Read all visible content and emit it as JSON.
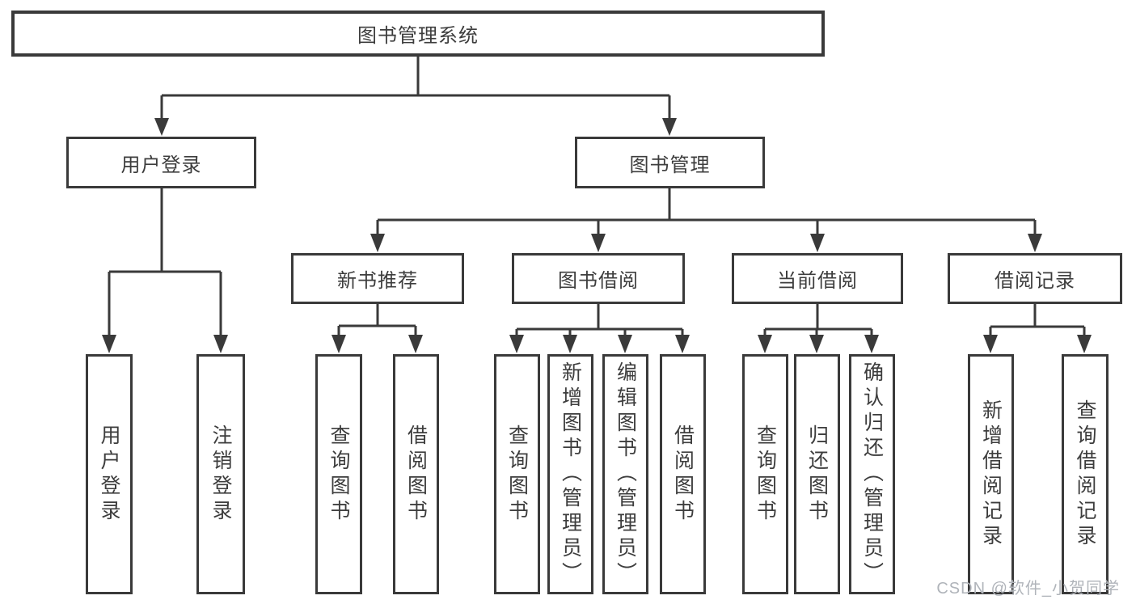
{
  "diagram": {
    "root": "图书管理系统",
    "level1": [
      "用户登录",
      "图书管理"
    ],
    "level2": [
      "新书推荐",
      "图书借阅",
      "当前借阅",
      "借阅记录"
    ],
    "leaves": {
      "login": [
        "用户登录",
        "注销登录"
      ],
      "recommend": [
        "查询图书",
        "借阅图书"
      ],
      "borrow": [
        "查询图书",
        "新增图书（管理员）",
        "编辑图书（管理员）",
        "借阅图书"
      ],
      "current": [
        "查询图书",
        "归还图书",
        "确认归还（管理员）"
      ],
      "records": [
        "新增借阅记录",
        "查询借阅记录"
      ]
    }
  },
  "watermark": "CSDN @软件_小贺同学",
  "colors": {
    "line": "#3a3a3a",
    "text": "#3d3d3d",
    "watermark": "#b0b4ba",
    "background": "#ffffff"
  }
}
